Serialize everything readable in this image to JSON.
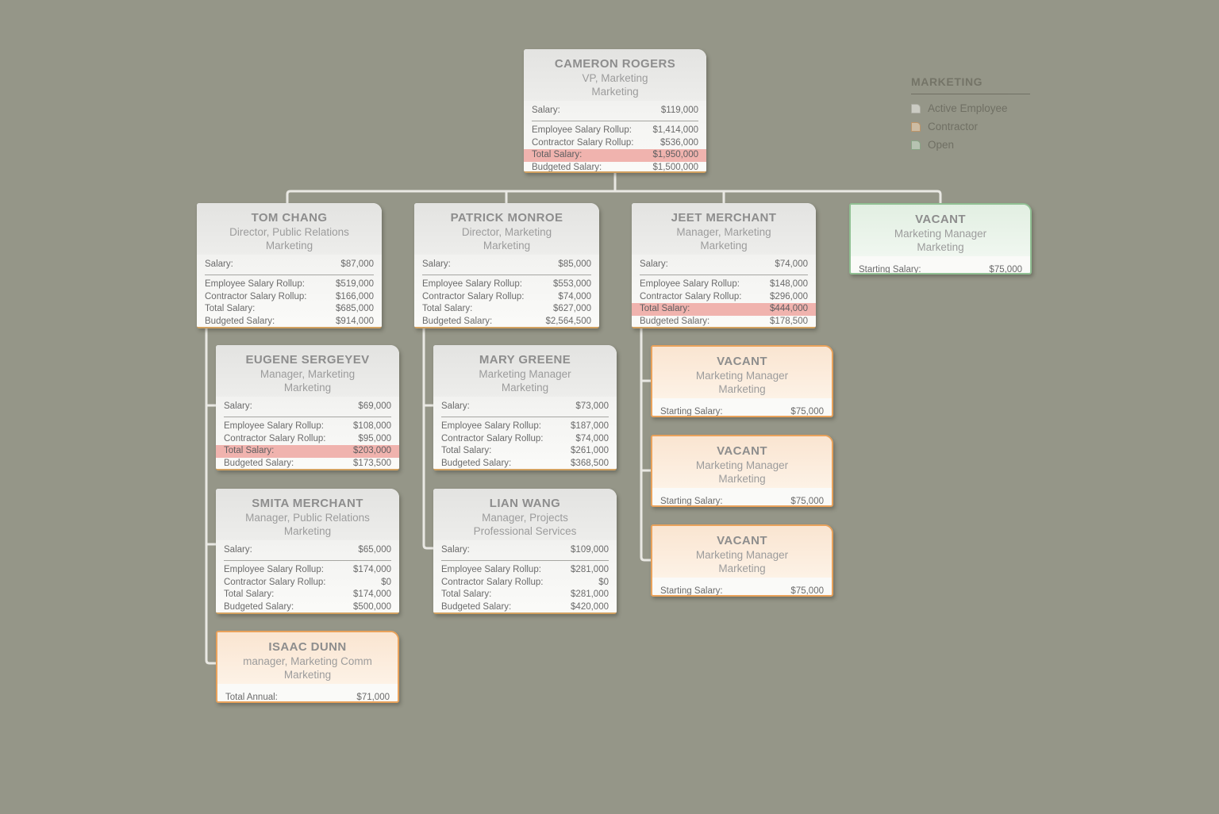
{
  "legend": {
    "title": "MARKETING",
    "items": [
      {
        "label": "Active Employee",
        "type": "employee"
      },
      {
        "label": "Contractor",
        "type": "contractor"
      },
      {
        "label": "Open",
        "type": "open"
      }
    ]
  },
  "colors": {
    "background": "#959688",
    "card_background": "#fafaf8",
    "employee_header": "#e3e3e1",
    "contractor_accent": "#e9a25b",
    "open_accent": "#90c093",
    "employee_bottom_accent": "#d2a160",
    "over_budget_highlight": "#f0b3ae",
    "connector": "#e9e8e3"
  },
  "cards": [
    {
      "name": "CAMERON ROGERS",
      "title": "VP, Marketing",
      "department": "Marketing",
      "type": "employee",
      "salary_label": "Salary:",
      "salary_value": "$119,000",
      "fields": [
        {
          "label": "Employee Salary Rollup:",
          "value": "$1,414,000",
          "highlight": false
        },
        {
          "label": "Contractor Salary Rollup:",
          "value": "$536,000",
          "highlight": false
        },
        {
          "label": "Total Salary:",
          "value": "$1,950,000",
          "highlight": true
        },
        {
          "label": "Budgeted Salary:",
          "value": "$1,500,000",
          "highlight": false
        }
      ]
    },
    {
      "name": "TOM CHANG",
      "title": "Director, Public Relations",
      "department": "Marketing",
      "type": "employee",
      "salary_label": "Salary:",
      "salary_value": "$87,000",
      "fields": [
        {
          "label": "Employee Salary Rollup:",
          "value": "$519,000",
          "highlight": false
        },
        {
          "label": "Contractor Salary Rollup:",
          "value": "$166,000",
          "highlight": false
        },
        {
          "label": "Total Salary:",
          "value": "$685,000",
          "highlight": false
        },
        {
          "label": "Budgeted Salary:",
          "value": "$914,000",
          "highlight": false
        }
      ]
    },
    {
      "name": "PATRICK MONROE",
      "title": "Director, Marketing",
      "department": "Marketing",
      "type": "employee",
      "salary_label": "Salary:",
      "salary_value": "$85,000",
      "fields": [
        {
          "label": "Employee Salary Rollup:",
          "value": "$553,000",
          "highlight": false
        },
        {
          "label": "Contractor Salary Rollup:",
          "value": "$74,000",
          "highlight": false
        },
        {
          "label": "Total Salary:",
          "value": "$627,000",
          "highlight": false
        },
        {
          "label": "Budgeted Salary:",
          "value": "$2,564,500",
          "highlight": false
        }
      ]
    },
    {
      "name": "JEET MERCHANT",
      "title": "Manager, Marketing",
      "department": "Marketing",
      "type": "employee",
      "salary_label": "Salary:",
      "salary_value": "$74,000",
      "fields": [
        {
          "label": "Employee Salary Rollup:",
          "value": "$148,000",
          "highlight": false
        },
        {
          "label": "Contractor Salary Rollup:",
          "value": "$296,000",
          "highlight": false
        },
        {
          "label": "Total Salary:",
          "value": "$444,000",
          "highlight": true
        },
        {
          "label": "Budgeted Salary:",
          "value": "$178,500",
          "highlight": false
        }
      ]
    },
    {
      "name": "VACANT",
      "title": "Marketing Manager",
      "department": "Marketing",
      "type": "open",
      "salary_label": "Starting Salary:",
      "salary_value": "$75,000",
      "fields": []
    },
    {
      "name": "EUGENE SERGEYEV",
      "title": "Manager, Marketing",
      "department": "Marketing",
      "type": "employee",
      "salary_label": "Salary:",
      "salary_value": "$69,000",
      "fields": [
        {
          "label": "Employee Salary Rollup:",
          "value": "$108,000",
          "highlight": false
        },
        {
          "label": "Contractor Salary Rollup:",
          "value": "$95,000",
          "highlight": false
        },
        {
          "label": "Total Salary:",
          "value": "$203,000",
          "highlight": true
        },
        {
          "label": "Budgeted Salary:",
          "value": "$173,500",
          "highlight": false
        }
      ]
    },
    {
      "name": "MARY GREENE",
      "title": "Marketing Manager",
      "department": "Marketing",
      "type": "employee",
      "salary_label": "Salary:",
      "salary_value": "$73,000",
      "fields": [
        {
          "label": "Employee Salary Rollup:",
          "value": "$187,000",
          "highlight": false
        },
        {
          "label": "Contractor Salary Rollup:",
          "value": "$74,000",
          "highlight": false
        },
        {
          "label": "Total Salary:",
          "value": "$261,000",
          "highlight": false
        },
        {
          "label": "Budgeted Salary:",
          "value": "$368,500",
          "highlight": false
        }
      ]
    },
    {
      "name": "SMITA MERCHANT",
      "title": "Manager, Public Relations",
      "department": "Marketing",
      "type": "employee",
      "salary_label": "Salary:",
      "salary_value": "$65,000",
      "fields": [
        {
          "label": "Employee Salary Rollup:",
          "value": "$174,000",
          "highlight": false
        },
        {
          "label": "Contractor Salary Rollup:",
          "value": "$0",
          "highlight": false
        },
        {
          "label": "Total Salary:",
          "value": "$174,000",
          "highlight": false
        },
        {
          "label": "Budgeted Salary:",
          "value": "$500,000",
          "highlight": false
        }
      ]
    },
    {
      "name": "LIAN WANG",
      "title": "Manager, Projects",
      "department": "Professional Services",
      "type": "employee",
      "salary_label": "Salary:",
      "salary_value": "$109,000",
      "fields": [
        {
          "label": "Employee Salary Rollup:",
          "value": "$281,000",
          "highlight": false
        },
        {
          "label": "Contractor Salary Rollup:",
          "value": "$0",
          "highlight": false
        },
        {
          "label": "Total Salary:",
          "value": "$281,000",
          "highlight": false
        },
        {
          "label": "Budgeted Salary:",
          "value": "$420,000",
          "highlight": false
        }
      ]
    },
    {
      "name": "ISAAC DUNN",
      "title": "manager, Marketing Comm",
      "department": "Marketing",
      "type": "contractor",
      "salary_label": "Total Annual:",
      "salary_value": "$71,000",
      "fields": []
    },
    {
      "name": "VACANT",
      "title": "Marketing Manager",
      "department": "Marketing",
      "type": "contractor",
      "salary_label": "Starting Salary:",
      "salary_value": "$75,000",
      "fields": []
    },
    {
      "name": "VACANT",
      "title": "Marketing Manager",
      "department": "Marketing",
      "type": "contractor",
      "salary_label": "Starting Salary:",
      "salary_value": "$75,000",
      "fields": []
    },
    {
      "name": "VACANT",
      "title": "Marketing Manager",
      "department": "Marketing",
      "type": "contractor",
      "salary_label": "Starting Salary:",
      "salary_value": "$75,000",
      "fields": []
    }
  ]
}
